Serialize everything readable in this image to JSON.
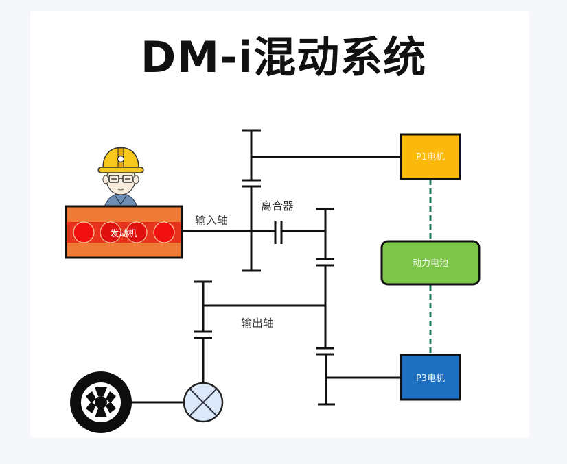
{
  "title": "DM-i混动系统",
  "labels": {
    "input_shaft": "输入轴",
    "clutch": "离合器",
    "output_shaft": "输出轴"
  },
  "components": {
    "engine": {
      "label": "发动机",
      "color": "#ef7a35",
      "band_color": "#e8331c",
      "cylinder_color": "#f20f0f",
      "cylinders": 4
    },
    "p1_motor": {
      "label": "P1电机",
      "color": "#fbb80d"
    },
    "battery": {
      "label": "动力电池",
      "color": "#7dc44a"
    },
    "p3_motor": {
      "label": "P3电机",
      "color": "#1f6fc0"
    },
    "differential": {
      "label": "",
      "color": "#dce9fb"
    },
    "wheel": {
      "label": ""
    }
  },
  "colors": {
    "line": "#111111",
    "electric_link": "#1a7a56",
    "background": "#f6f7fb",
    "card": "#ffffff"
  },
  "figure": {
    "name": "engineer-mascot",
    "helmet_color": "#f8c81e"
  }
}
